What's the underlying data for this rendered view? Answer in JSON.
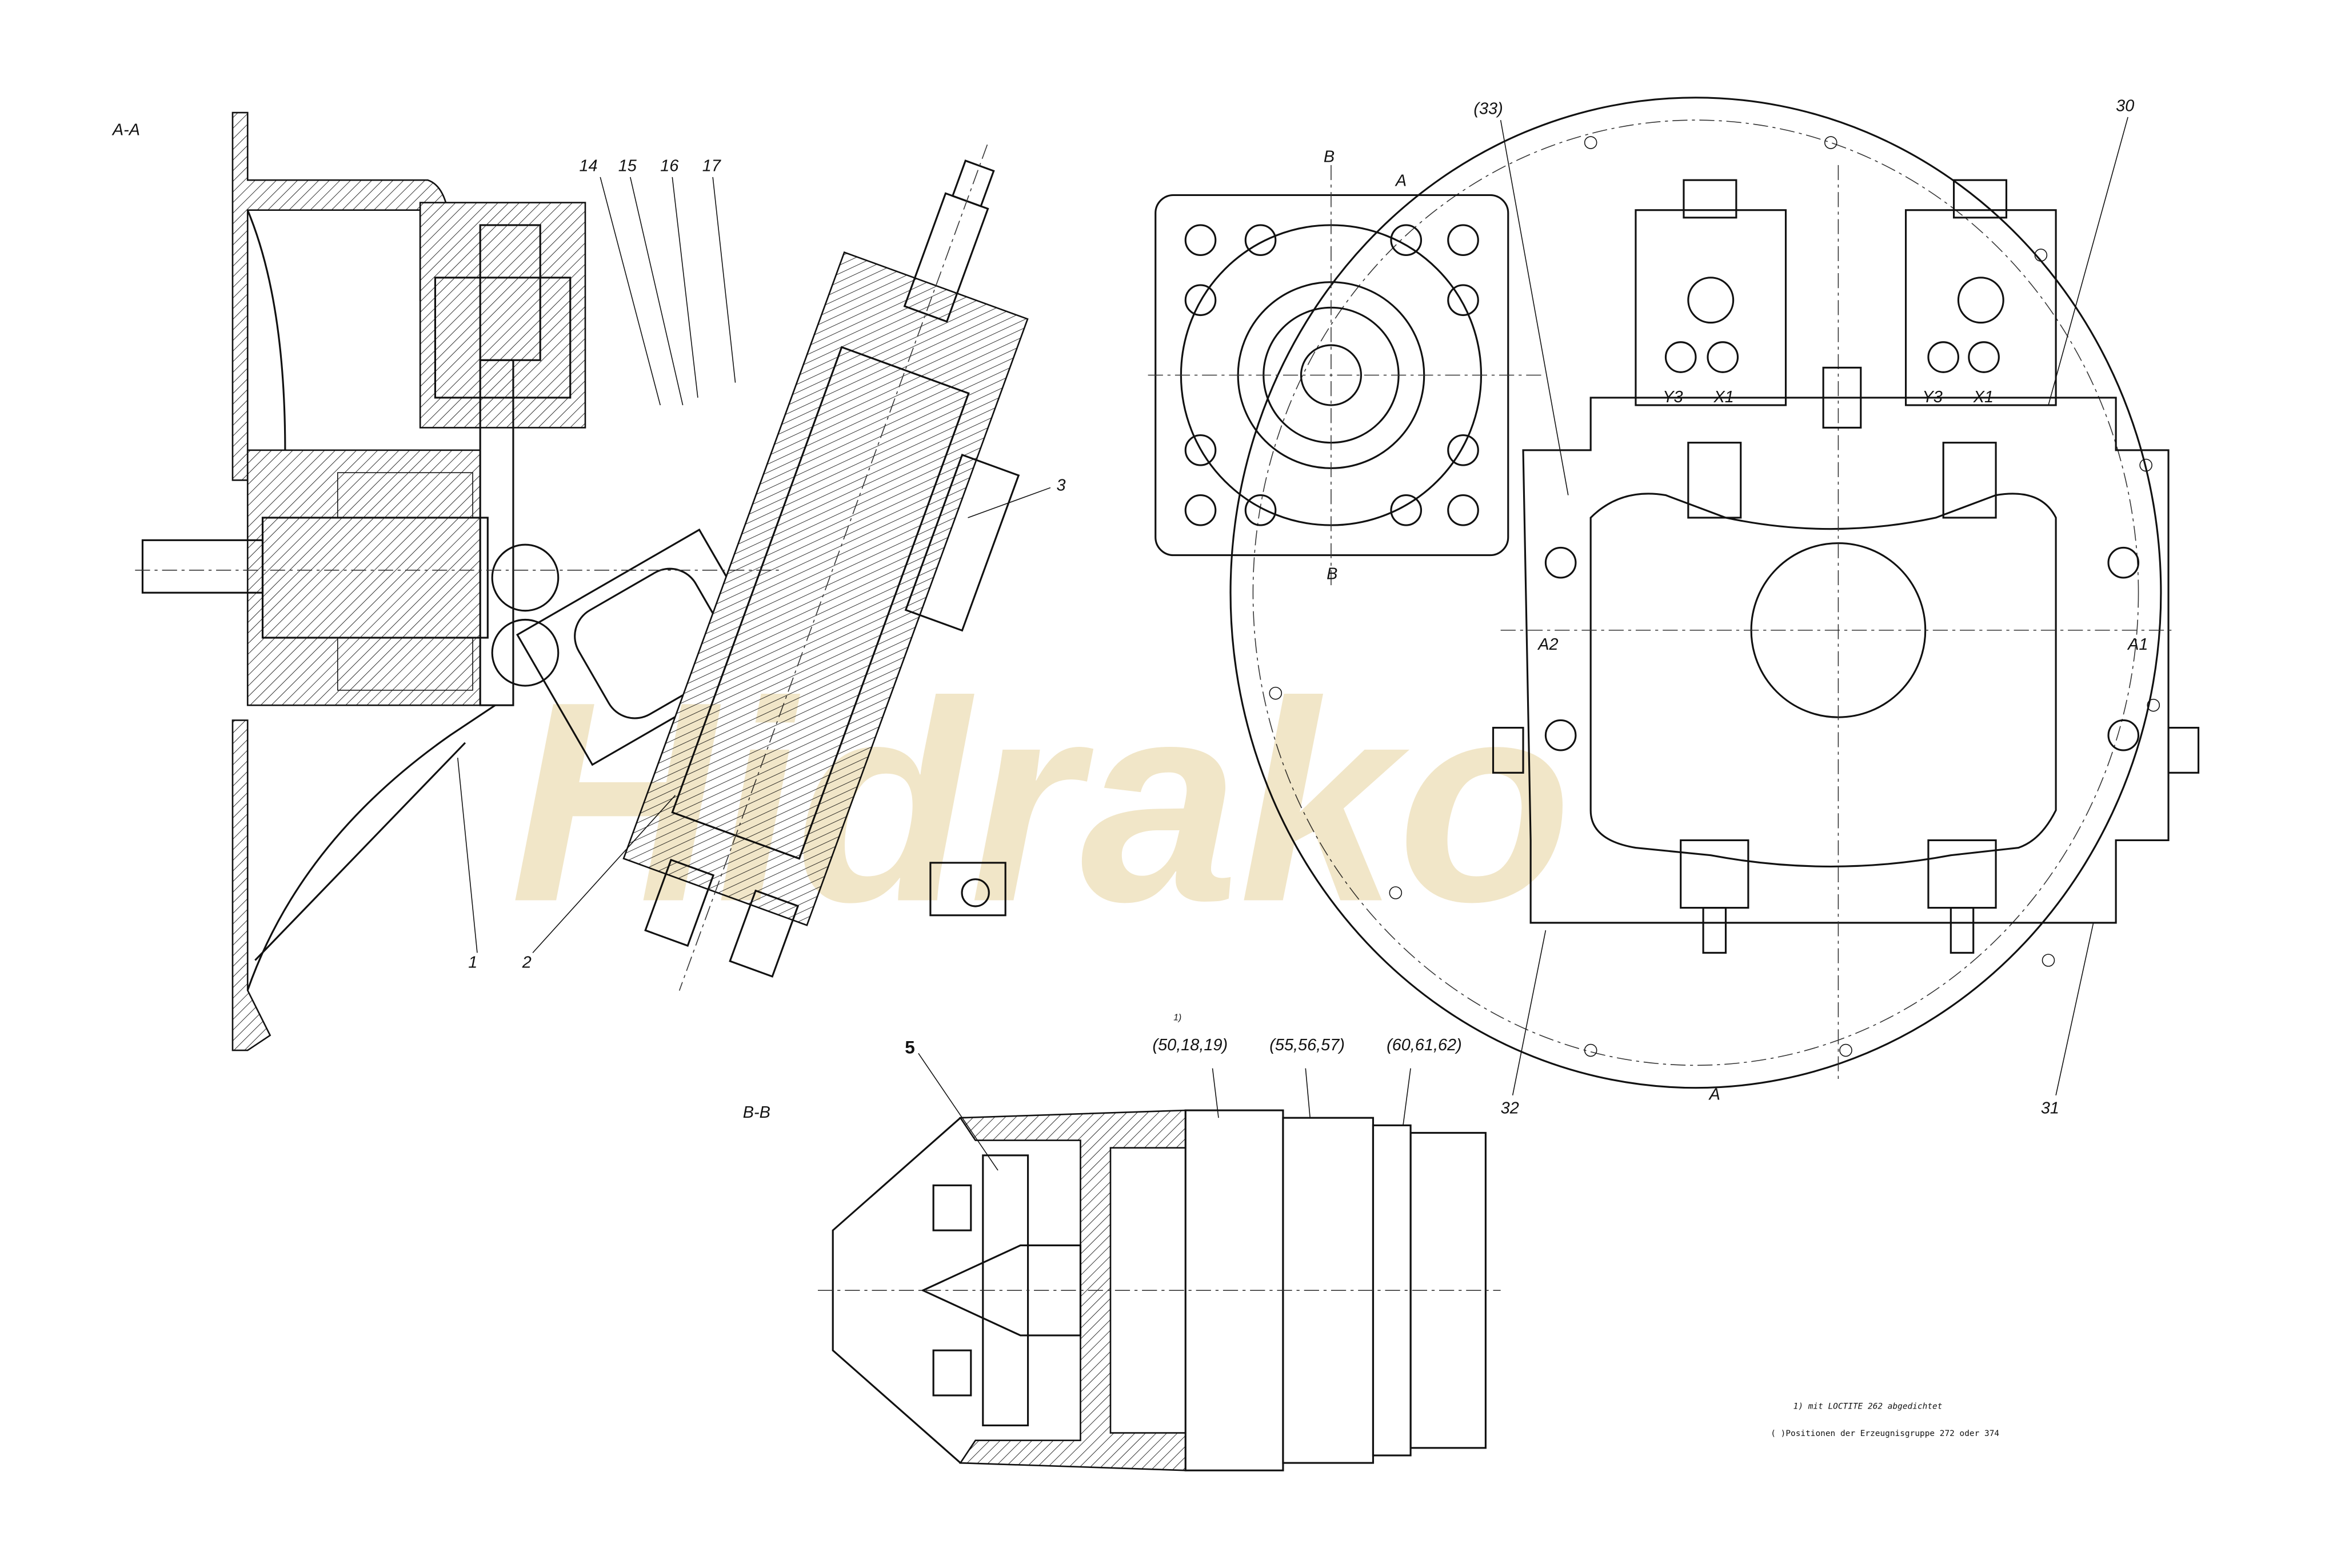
{
  "watermark": "Hidrako",
  "views": {
    "section_aa": {
      "title": "A-A",
      "callouts": [
        "14",
        "15",
        "16",
        "17",
        "3",
        "1",
        "2"
      ]
    },
    "front_view": {
      "callouts": [
        "(33)",
        "30",
        "32",
        "31"
      ],
      "section_marks": [
        "B",
        "A",
        "B",
        "A"
      ],
      "port_labels": [
        "A2",
        "A1",
        "Y3",
        "X1",
        "Y3",
        "X1"
      ]
    },
    "section_bb": {
      "title": "B-B",
      "callouts": [
        "5"
      ],
      "footnote_mark": "1)",
      "group_labels": [
        "(50,18,19)",
        "(55,56,57)",
        "(60,61,62)"
      ]
    }
  },
  "notes": [
    "1) mit LOCTITE 262 abgedichtet",
    "( )Positionen der Erzeugnisgruppe 272 oder 374"
  ]
}
